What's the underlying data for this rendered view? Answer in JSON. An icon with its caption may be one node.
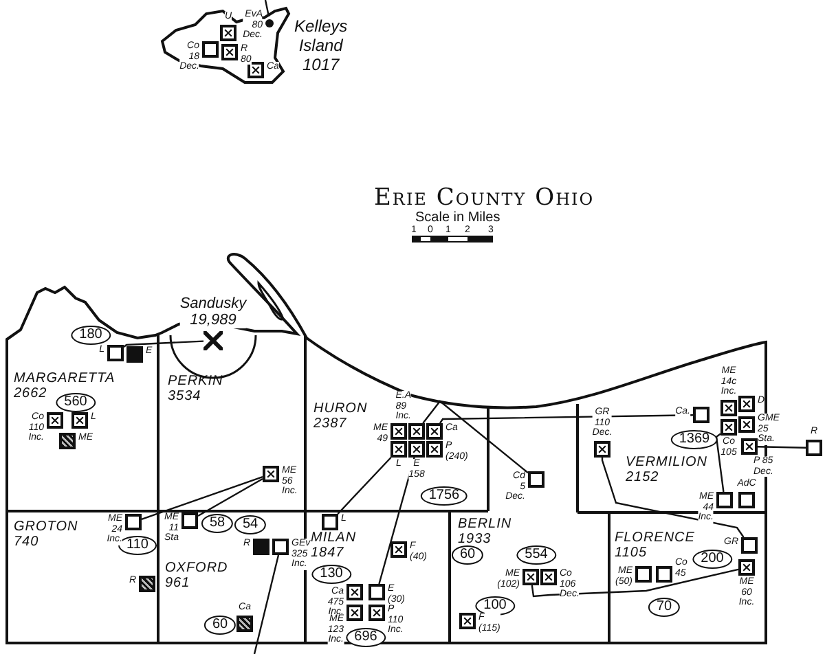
{
  "diagram": {
    "title": "Erie County Ohio",
    "nodes": [
      {
        "text": [],
        "shape": "box",
        "beside": [
          "U"
        ]
      },
      {
        "text": [],
        "shape": "circle",
        "beside": [
          "EvA 80 Dec."
        ]
      },
      {
        "text": [],
        "shape": "box",
        "beside": [
          "Co 18 Dec."
        ]
      },
      {
        "text": [],
        "shape": "box",
        "beside": [
          "R 80"
        ]
      },
      {
        "text": [],
        "shape": "box",
        "beside": [
          "Ca"
        ]
      },
      {
        "text": [],
        "shape": "cross",
        "beside": [
          "Sandusky 19,989"
        ]
      },
      {
        "text": [
          "180"
        ]
      },
      {
        "text": [],
        "shape": "box",
        "beside": [
          "L"
        ]
      },
      {
        "text": [],
        "shape": "box",
        "beside": [
          "E"
        ]
      },
      {
        "text": [
          "MARGARETTA",
          "2662"
        ]
      },
      {
        "text": [
          "PERKIN",
          "3534"
        ]
      },
      {
        "text": [
          "HURON",
          "2387"
        ]
      },
      {
        "text": [
          "560"
        ]
      },
      {
        "text": [],
        "shape": "box",
        "beside": [
          "ME 49"
        ]
      },
      {
        "text": [],
        "shape": "box",
        "beside": [
          "E.A 89 Inc."
        ]
      },
      {
        "text": [],
        "shape": "box",
        "beside": [
          "Ca"
        ]
      },
      {
        "text": [],
        "shape": "box",
        "beside": [
          "Ca."
        ]
      },
      {
        "text": [],
        "shape": "box",
        "beside": [
          "ME 14c Inc."
        ]
      },
      {
        "text": [],
        "shape": "box",
        "beside": [
          "D"
        ]
      },
      {
        "text": [],
        "shape": "box",
        "beside": [
          "Co 110 Inc."
        ]
      },
      {
        "text": [],
        "shape": "box",
        "beside": [
          "L"
        ]
      },
      {
        "text": [],
        "shape": "box",
        "beside": [
          "ME"
        ]
      },
      {
        "text": [],
        "shape": "box",
        "beside": [
          "L"
        ]
      },
      {
        "text": [],
        "shape": "box",
        "beside": [
          "E 158"
        ]
      },
      {
        "text": [],
        "shape": "box",
        "beside": [
          "P (240)"
        ]
      },
      {
        "text": [],
        "shape": "box",
        "beside": [
          "GR 110 Dec."
        ]
      },
      {
        "text": [],
        "shape": "box",
        "beside": [
          "Co 105"
        ]
      },
      {
        "text": [],
        "shape": "box",
        "beside": [
          "GME 25 Sta."
        ]
      },
      {
        "text": [
          "1369"
        ]
      },
      {
        "text": [],
        "shape": "box",
        "beside": [
          "P 85 Dec."
        ]
      },
      {
        "text": [],
        "shape": "box",
        "beside": [
          "R"
        ]
      },
      {
        "text": [],
        "shape": "box",
        "beside": [
          "ME 56 Inc."
        ]
      },
      {
        "text": [],
        "shape": "box",
        "beside": [
          "Cd 5 Dec."
        ]
      },
      {
        "text": [
          "VERMILION",
          "2152"
        ]
      },
      {
        "text": [
          "1756"
        ]
      },
      {
        "text": [],
        "shape": "box",
        "beside": [
          "ME 44 Inc."
        ]
      },
      {
        "text": [],
        "shape": "box",
        "beside": [
          "AdC"
        ]
      },
      {
        "text": [
          "GROTON",
          "740"
        ]
      },
      {
        "text": [],
        "shape": "box",
        "beside": [
          "ME 24 Inc."
        ]
      },
      {
        "text": [],
        "shape": "box",
        "beside": [
          "ME 11 Sta"
        ]
      },
      {
        "text": [
          "58"
        ]
      },
      {
        "text": [
          "54"
        ]
      },
      {
        "text": [],
        "shape": "box",
        "beside": [
          "L"
        ]
      },
      {
        "text": [
          "BERLIN",
          "1933"
        ]
      },
      {
        "text": [
          "FLORENCE",
          "1105"
        ]
      },
      {
        "text": [
          "110"
        ]
      },
      {
        "text": [],
        "shape": "box",
        "beside": [
          "R"
        ]
      },
      {
        "text": [],
        "shape": "box",
        "beside": [
          "GEv 325 Inc."
        ]
      },
      {
        "text": [],
        "shape": "box",
        "beside": [
          "GR"
        ]
      },
      {
        "text": [
          "MILAN",
          "1847"
        ]
      },
      {
        "text": [],
        "shape": "box",
        "beside": [
          "F (40)"
        ]
      },
      {
        "text": [
          "60"
        ]
      },
      {
        "text": [
          "200"
        ]
      },
      {
        "text": [
          "OXFORD",
          "961"
        ]
      },
      {
        "text": [
          "554"
        ]
      },
      {
        "text": [],
        "shape": "box",
        "beside": [
          "ME 60 Inc."
        ]
      },
      {
        "text": [
          "130"
        ]
      },
      {
        "text": [],
        "shape": "box",
        "beside": [
          "ME (50)"
        ]
      },
      {
        "text": [],
        "shape": "box",
        "beside": [
          "Co 45"
        ]
      },
      {
        "text": [],
        "shape": "box",
        "beside": [
          "ME (102)"
        ]
      },
      {
        "text": [],
        "shape": "box",
        "beside": [
          "Co 106 Dec."
        ]
      },
      {
        "text": [],
        "shape": "box",
        "beside": [
          "R"
        ]
      },
      {
        "text": [],
        "shape": "box",
        "beside": [
          "Ca 475 Inc."
        ]
      },
      {
        "text": [],
        "shape": "box",
        "beside": [
          "E (30)"
        ]
      },
      {
        "text": [
          "70"
        ]
      },
      {
        "text": [
          "100"
        ]
      },
      {
        "text": [],
        "shape": "box",
        "beside": [
          "ME 123 Inc."
        ]
      },
      {
        "text": [],
        "shape": "box",
        "beside": [
          "P 110 Inc."
        ]
      },
      {
        "text": [],
        "shape": "box",
        "beside": [
          "F (115)"
        ]
      },
      {
        "text": [],
        "shape": "box",
        "beside": [
          "Ca"
        ]
      },
      {
        "text": [
          "60"
        ]
      },
      {
        "text": [
          "696"
        ]
      }
    ],
    "edges": [
      {
        "from": 7,
        "to": 5,
        "arrow": "none"
      },
      {
        "from": 31,
        "to": 38,
        "arrow": "none"
      },
      {
        "from": 31,
        "to": 39,
        "arrow": "none"
      },
      {
        "from": 22,
        "to": 42,
        "arrow": "none"
      },
      {
        "from": 23,
        "to": 63,
        "arrow": "none"
      },
      {
        "from": 14,
        "to": 32,
        "arrow": "none"
      },
      {
        "from": 15,
        "to": 16,
        "arrow": "none"
      },
      {
        "from": 25,
        "to": 48,
        "arrow": "none"
      },
      {
        "from": 26,
        "to": 35,
        "arrow": "none"
      },
      {
        "from": 29,
        "to": 30,
        "arrow": "none"
      },
      {
        "from": 55,
        "to": 59,
        "arrow": "none"
      },
      {
        "from": 47,
        "to": null,
        "arrow": "none"
      }
    ],
    "labels": [
      "Kelleys Island 1017",
      "Scale in Miles",
      "1",
      "0",
      "1",
      "2",
      "3"
    ]
  }
}
